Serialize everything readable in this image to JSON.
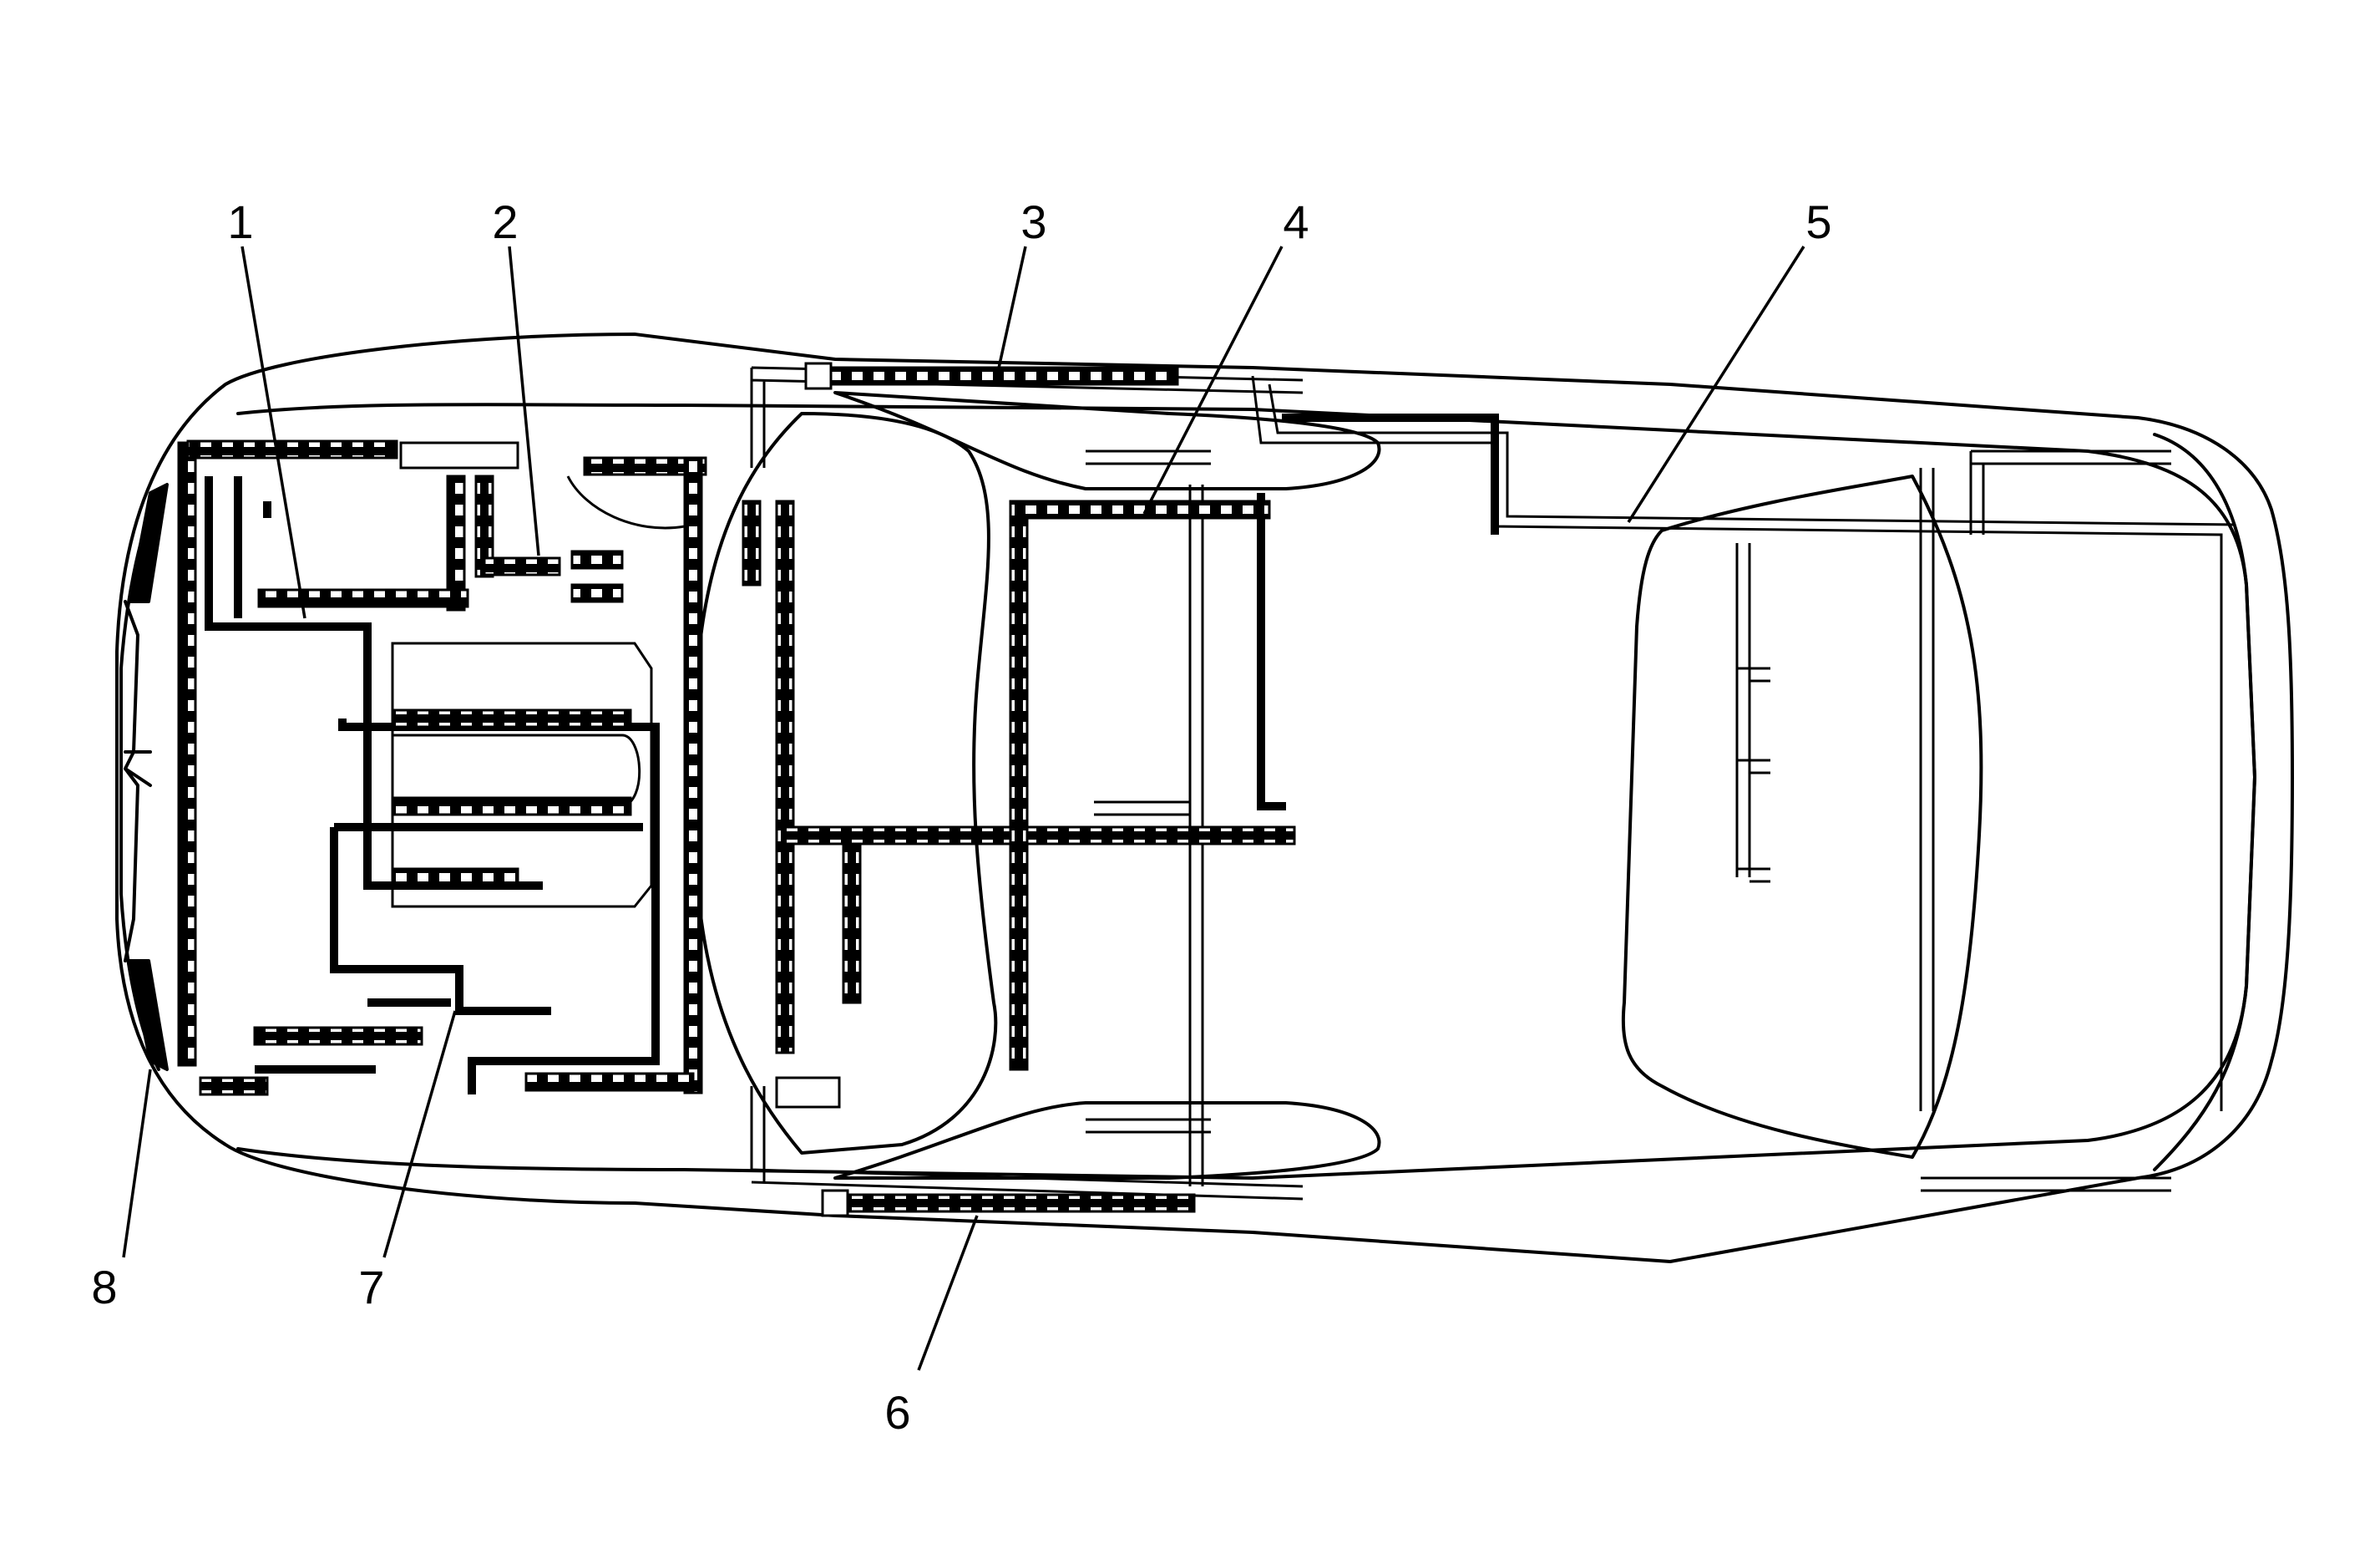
{
  "diagram": {
    "colors": {
      "background": "#ffffff",
      "line": "#000000",
      "harness_fill": "#ffffff"
    },
    "callouts": [
      {
        "id": "1",
        "label": "1"
      },
      {
        "id": "2",
        "label": "2"
      },
      {
        "id": "3",
        "label": "3"
      },
      {
        "id": "4",
        "label": "4"
      },
      {
        "id": "5",
        "label": "5"
      },
      {
        "id": "6",
        "label": "6"
      },
      {
        "id": "7",
        "label": "7"
      },
      {
        "id": "8",
        "label": "8"
      }
    ]
  }
}
